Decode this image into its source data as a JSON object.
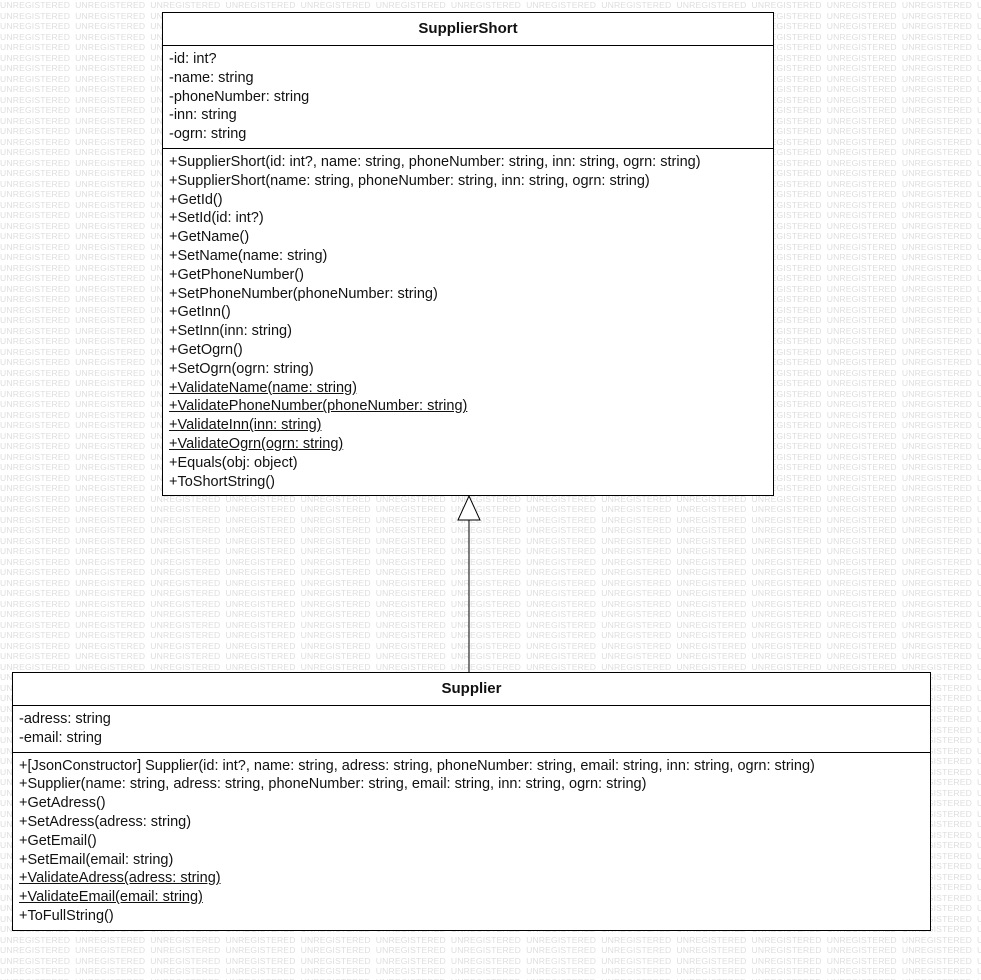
{
  "watermark": {
    "text": "UNREGISTERED"
  },
  "colors": {
    "line": "#000000",
    "background": "#ffffff",
    "watermark": "#dedede"
  },
  "classes": [
    {
      "id": "supplier-short",
      "name": "SupplierShort",
      "attributes": [
        {
          "text": "-id: int?"
        },
        {
          "text": "-name: string"
        },
        {
          "text": "-phoneNumber: string"
        },
        {
          "text": "-inn: string"
        },
        {
          "text": "-ogrn: string"
        }
      ],
      "operations": [
        {
          "text": "+SupplierShort(id: int?, name: string, phoneNumber: string, inn: string, ogrn: string)",
          "static": false
        },
        {
          "text": "+SupplierShort(name: string, phoneNumber: string, inn: string, ogrn: string)",
          "static": false
        },
        {
          "text": "+GetId()",
          "static": false
        },
        {
          "text": "+SetId(id: int?)",
          "static": false
        },
        {
          "text": "+GetName()",
          "static": false
        },
        {
          "text": "+SetName(name: string)",
          "static": false
        },
        {
          "text": "+GetPhoneNumber()",
          "static": false
        },
        {
          "text": "+SetPhoneNumber(phoneNumber: string)",
          "static": false
        },
        {
          "text": "+GetInn()",
          "static": false
        },
        {
          "text": "+SetInn(inn: string)",
          "static": false
        },
        {
          "text": "+GetOgrn()",
          "static": false
        },
        {
          "text": "+SetOgrn(ogrn: string)",
          "static": false
        },
        {
          "text": "+ValidateName(name: string)",
          "static": true
        },
        {
          "text": "+ValidatePhoneNumber(phoneNumber: string)",
          "static": true
        },
        {
          "text": "+ValidateInn(inn: string)",
          "static": true
        },
        {
          "text": "+ValidateOgrn(ogrn: string)",
          "static": true
        },
        {
          "text": "+Equals(obj: object)",
          "static": false
        },
        {
          "text": "+ToShortString()",
          "static": false
        }
      ]
    },
    {
      "id": "supplier",
      "name": "Supplier",
      "attributes": [
        {
          "text": "-adress: string"
        },
        {
          "text": "-email: string"
        }
      ],
      "operations": [
        {
          "text": "+[JsonConstructor] Supplier(id: int?, name: string, adress: string, phoneNumber: string, email: string, inn: string, ogrn: string)",
          "static": false
        },
        {
          "text": "+Supplier(name: string, adress: string, phoneNumber: string, email: string, inn: string, ogrn: string)",
          "static": false
        },
        {
          "text": "+GetAdress()",
          "static": false
        },
        {
          "text": "+SetAdress(adress: string)",
          "static": false
        },
        {
          "text": "+GetEmail()",
          "static": false
        },
        {
          "text": "+SetEmail(email: string)",
          "static": false
        },
        {
          "text": "+ValidateAdress(adress: string)",
          "static": true
        },
        {
          "text": "+ValidateEmail(email: string)",
          "static": true
        },
        {
          "text": "+ToFullString()",
          "static": false
        }
      ]
    }
  ],
  "relations": [
    {
      "type": "generalization",
      "from": "Supplier",
      "to": "SupplierShort"
    }
  ]
}
